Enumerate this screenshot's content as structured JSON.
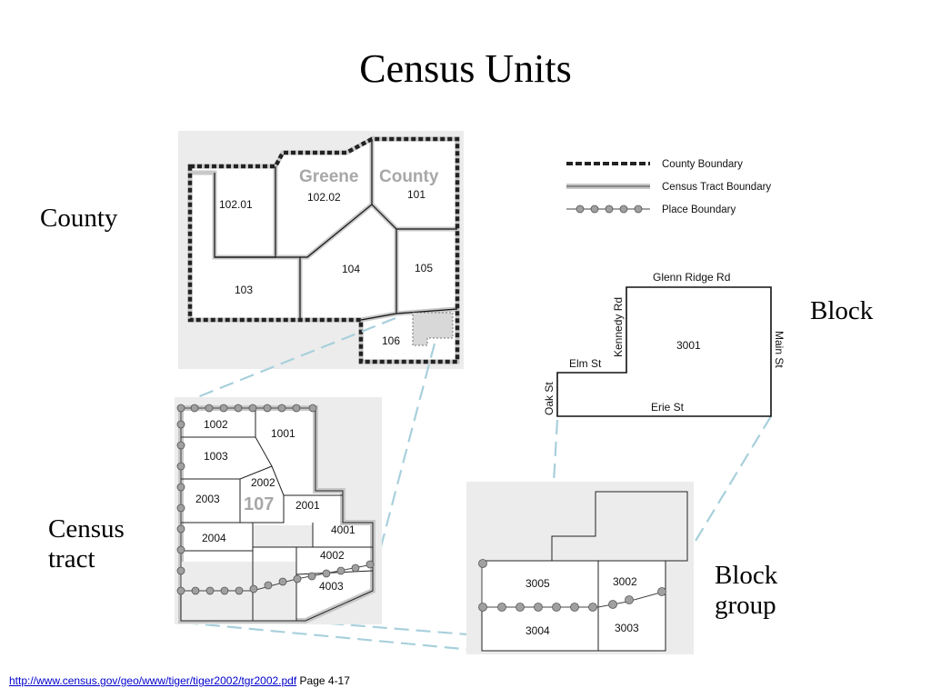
{
  "slide": {
    "title": "Census Units",
    "labels": {
      "county": "County",
      "block": "Block",
      "census_tract": [
        "Census",
        "tract"
      ],
      "block_group": [
        "Block",
        "group"
      ]
    }
  },
  "legend": {
    "county_boundary": "County Boundary",
    "census_tract_boundary": "Census Tract Boundary",
    "place_boundary": "Place Boundary"
  },
  "county_map": {
    "name_parts": [
      "Greene",
      "County"
    ],
    "tracts": [
      "102.01",
      "102.02",
      "101",
      "103",
      "104",
      "105",
      "106"
    ]
  },
  "tract_map": {
    "tract_number": "107",
    "blocks": [
      "1002",
      "1001",
      "1003",
      "2002",
      "2003",
      "2001",
      "2004",
      "4001",
      "4002",
      "4003"
    ]
  },
  "block_map": {
    "block": "3001",
    "streets": {
      "glenn_ridge": "Glenn Ridge Rd",
      "kennedy": "Kennedy Rd",
      "main": "Main St",
      "elm": "Elm St",
      "oak": "Oak St",
      "erie": "Erie St"
    }
  },
  "block_group_map": {
    "blocks": [
      "3005",
      "3002",
      "3004",
      "3003"
    ]
  },
  "footer": {
    "link": "http://www.census.gov/geo/www/tiger/tiger2002/tgr2002.pdf",
    "page": "Page 4-17"
  },
  "colors": {
    "connector": "#a8d0dc",
    "map_background": "#ececec",
    "tract_boundary": "#c8c8c8",
    "place_point": "#a0a0a0"
  }
}
